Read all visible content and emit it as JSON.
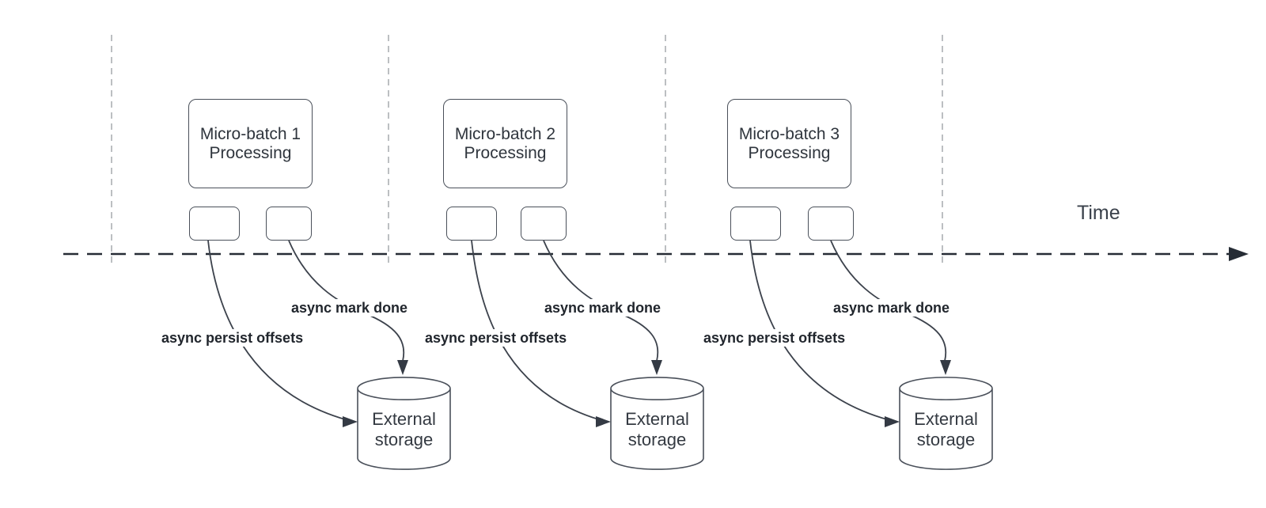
{
  "axis": {
    "label": "Time"
  },
  "colors": {
    "shape_stroke": "#4a505a",
    "arrow_stroke": "#3c424c",
    "axis_stroke": "#262c35",
    "divider_stroke": "#b1b4b8",
    "text": "#2f353d",
    "bold_label_text": "#21262d",
    "background": "#ffffff"
  },
  "groups": [
    {
      "processing_label": "Micro-batch 1\nProcessing",
      "persist_label": "async persist offsets",
      "mark_label": "async mark done",
      "storage_label": "External\nstorage"
    },
    {
      "processing_label": "Micro-batch 2\nProcessing",
      "persist_label": "async persist offsets",
      "mark_label": "async mark done",
      "storage_label": "External\nstorage"
    },
    {
      "processing_label": "Micro-batch 3\nProcessing",
      "persist_label": "async persist offsets",
      "mark_label": "async mark done",
      "storage_label": "External\nstorage"
    }
  ]
}
